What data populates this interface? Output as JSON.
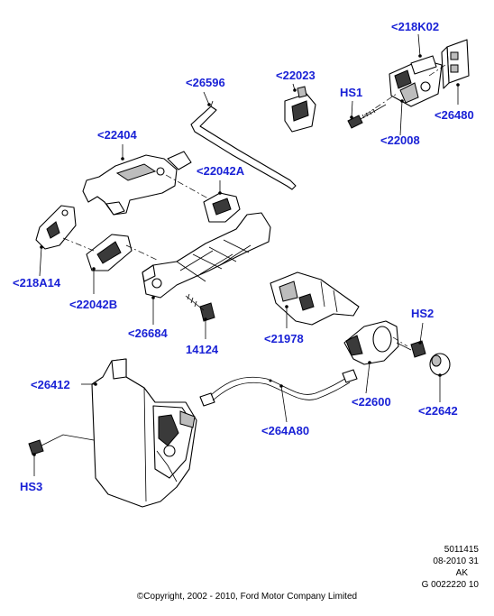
{
  "callouts": {
    "c218K02": "<218K02",
    "c22023": "<22023",
    "c26596": "<26596",
    "hs1": "HS1",
    "c26480": "<26480",
    "c22008": "<22008",
    "c22404": "<22404",
    "c22042A": "<22042A",
    "c218A14": "<218A14",
    "c22042B": "<22042B",
    "c26684": "<26684",
    "c14124": "14124",
    "c21978": "<21978",
    "hs2": "HS2",
    "c26412": "<26412",
    "c22600": "<22600",
    "c264A80": "<264A80",
    "c22642": "<22642",
    "hs3": "HS3"
  },
  "reference": {
    "line1": "5011415",
    "line2": "08-2010 31",
    "line3": "AK",
    "line4": "G 0022220 10"
  },
  "copyright": "©Copyright, 2002 - 2010, Ford Motor Company Limited",
  "colors": {
    "callout": "#1a22d6",
    "line": "#000000"
  }
}
